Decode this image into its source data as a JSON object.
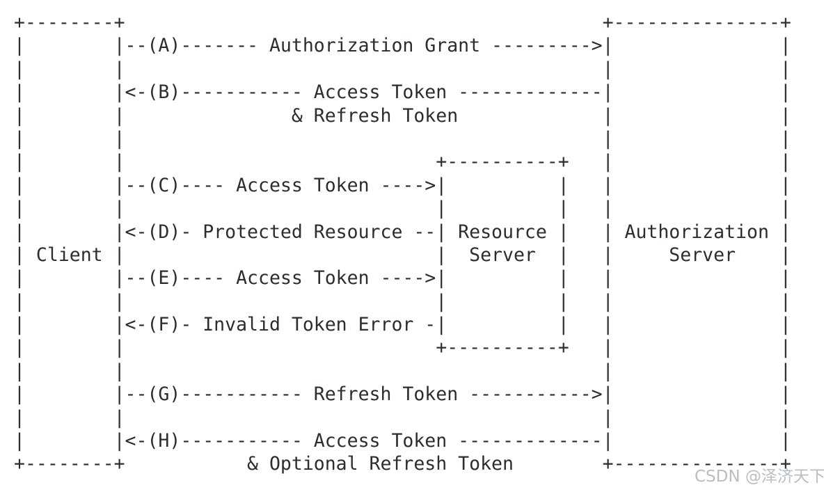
{
  "diagram": {
    "description": "OAuth 2.0 refreshing an expired access token flow (ASCII art)",
    "actors": [
      {
        "name": "Client"
      },
      {
        "name": "Resource Server"
      },
      {
        "name": "Authorization Server"
      }
    ],
    "flow_steps": [
      {
        "id": "A",
        "label": "Authorization Grant",
        "from": "Client",
        "to": "Authorization Server"
      },
      {
        "id": "B",
        "label": "Access Token & Refresh Token",
        "from": "Authorization Server",
        "to": "Client"
      },
      {
        "id": "C",
        "label": "Access Token",
        "from": "Client",
        "to": "Resource Server"
      },
      {
        "id": "D",
        "label": "Protected Resource",
        "from": "Resource Server",
        "to": "Client"
      },
      {
        "id": "E",
        "label": "Access Token",
        "from": "Client",
        "to": "Resource Server"
      },
      {
        "id": "F",
        "label": "Invalid Token Error",
        "from": "Resource Server",
        "to": "Client"
      },
      {
        "id": "G",
        "label": "Refresh Token",
        "from": "Client",
        "to": "Authorization Server"
      },
      {
        "id": "H",
        "label": "Access Token & Optional Refresh Token",
        "from": "Authorization Server",
        "to": "Client"
      }
    ],
    "lines": [
      "+--------+                                           +---------------+",
      "|        |--(A)------- Authorization Grant --------->|               |",
      "|        |                                           |               |",
      "|        |<-(B)----------- Access Token -------------|               |",
      "|        |               & Refresh Token             |               |",
      "|        |                                           |               |",
      "|        |                            +----------+   |               |",
      "|        |--(C)---- Access Token ---->|          |   |               |",
      "|        |                            |          |   |               |",
      "|        |<-(D)- Protected Resource --| Resource |   | Authorization |",
      "| Client |                            |  Server  |   |     Server    |",
      "|        |--(E)---- Access Token ---->|          |   |               |",
      "|        |                            |          |   |               |",
      "|        |<-(F)- Invalid Token Error -|          |   |               |",
      "|        |                            +----------+   |               |",
      "|        |                                           |               |",
      "|        |--(G)----------- Refresh Token ----------->|               |",
      "|        |                                           |               |",
      "|        |<-(H)----------- Access Token -------------|               |",
      "+--------+           & Optional Refresh Token        +---------------+"
    ]
  },
  "watermark": {
    "text": "CSDN @泽济天下"
  },
  "colors": {
    "background": "#ffffff",
    "diagram_text": "#2a2d31",
    "watermark_text": "#b9bdc4"
  }
}
